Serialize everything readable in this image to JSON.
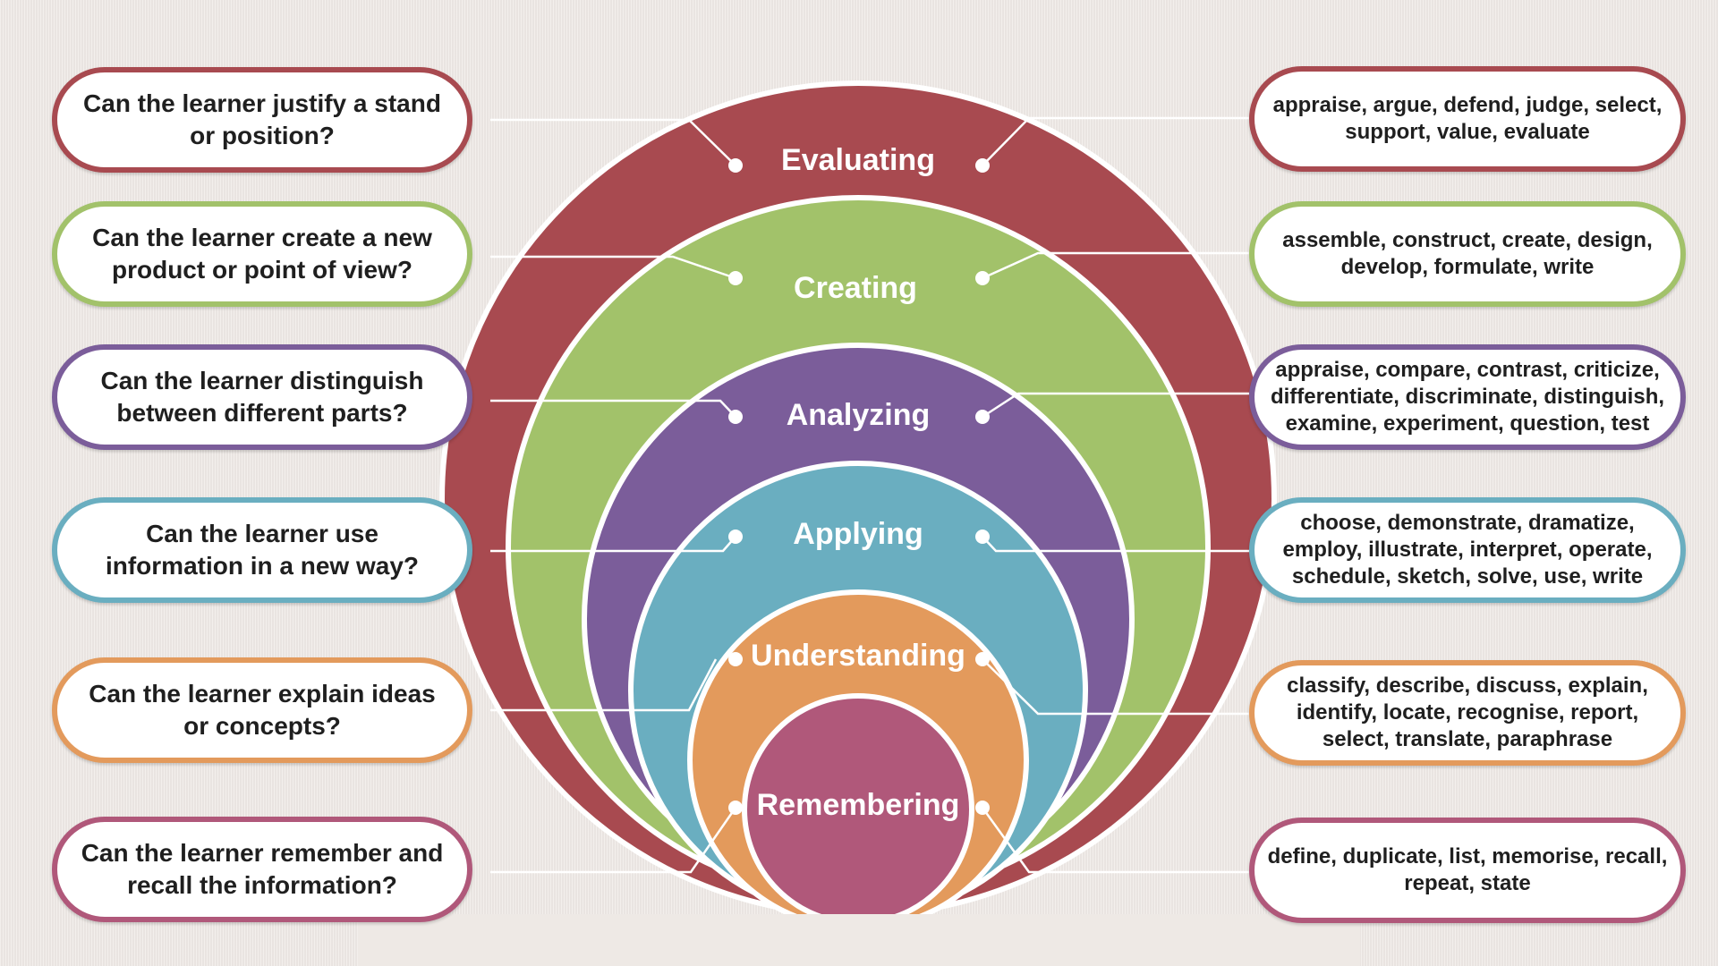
{
  "levels": [
    {
      "name": "Evaluating",
      "color": "#a84a50",
      "question": "Can the learner justify a stand or position?",
      "verbs": "appraise, argue, defend, judge, select, support, value, evaluate"
    },
    {
      "name": "Creating",
      "color": "#a2c26a",
      "question": "Can the learner create a new product or point of view?",
      "verbs": "assemble, construct, create, design, develop, formulate, write"
    },
    {
      "name": "Analyzing",
      "color": "#7b5d9a",
      "question": "Can the learner distinguish between different parts?",
      "verbs": "appraise, compare, contrast, criticize, differentiate, discriminate, distinguish, examine, experiment, question, test"
    },
    {
      "name": "Applying",
      "color": "#6aaec0",
      "question": "Can the learner use information in a new way?",
      "verbs": "choose, demonstrate, dramatize, employ, illustrate, interpret, operate, schedule, sketch, solve, use, write"
    },
    {
      "name": "Understanding",
      "color": "#e39a5c",
      "question": "Can the learner explain ideas or concepts?",
      "verbs": "classify, describe, discuss, explain, identify, locate, recognise, report, select, translate, paraphrase"
    },
    {
      "name": "Remembering",
      "color": "#b0587a",
      "question": "Can the learner remember and recall the information?",
      "verbs": "define, duplicate, list, memorise, recall, repeat, state"
    }
  ]
}
